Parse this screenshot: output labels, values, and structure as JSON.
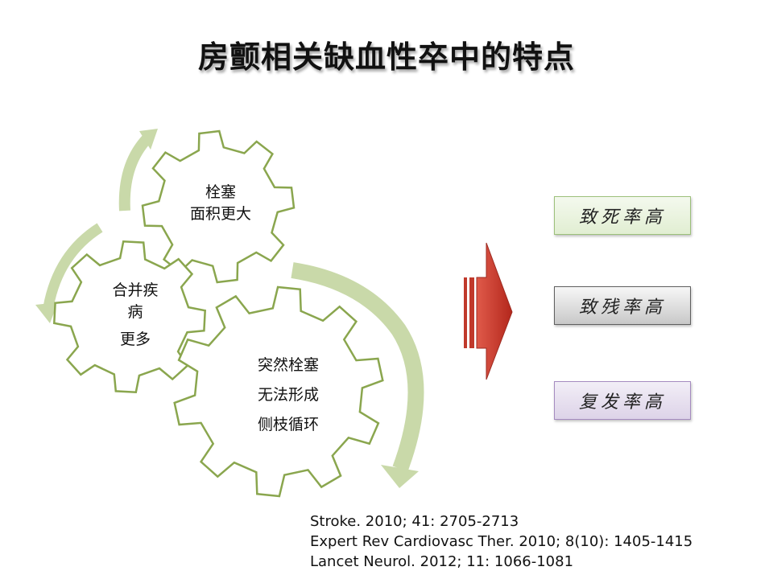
{
  "title": "房颤相关缺血性卒中的特点",
  "gears": {
    "top": {
      "lines": [
        "栓塞",
        "面积更大"
      ]
    },
    "left": {
      "lines": [
        "合并疾",
        "病",
        "更多"
      ]
    },
    "bottom": {
      "lines": [
        "突然栓塞",
        "无法形成",
        "侧枝循环"
      ]
    }
  },
  "outcomes": [
    "致死率高",
    "致残率高",
    "复发率高"
  ],
  "references": [
    "Stroke. 2010; 41: 2705-2713",
    "Expert Rev Cardiovasc Ther. 2010; 8(10): 1405-1415",
    "Lancet Neurol. 2012; 11: 1066-1081"
  ],
  "colors": {
    "gear_outline": "#8aa64e",
    "cycle_arrow": "#c9d9a9",
    "pointer_arrow": "#c0392b",
    "box_green": "#9cc07a",
    "box_gray": "#5f5f5f",
    "box_purple": "#a58bc0"
  }
}
